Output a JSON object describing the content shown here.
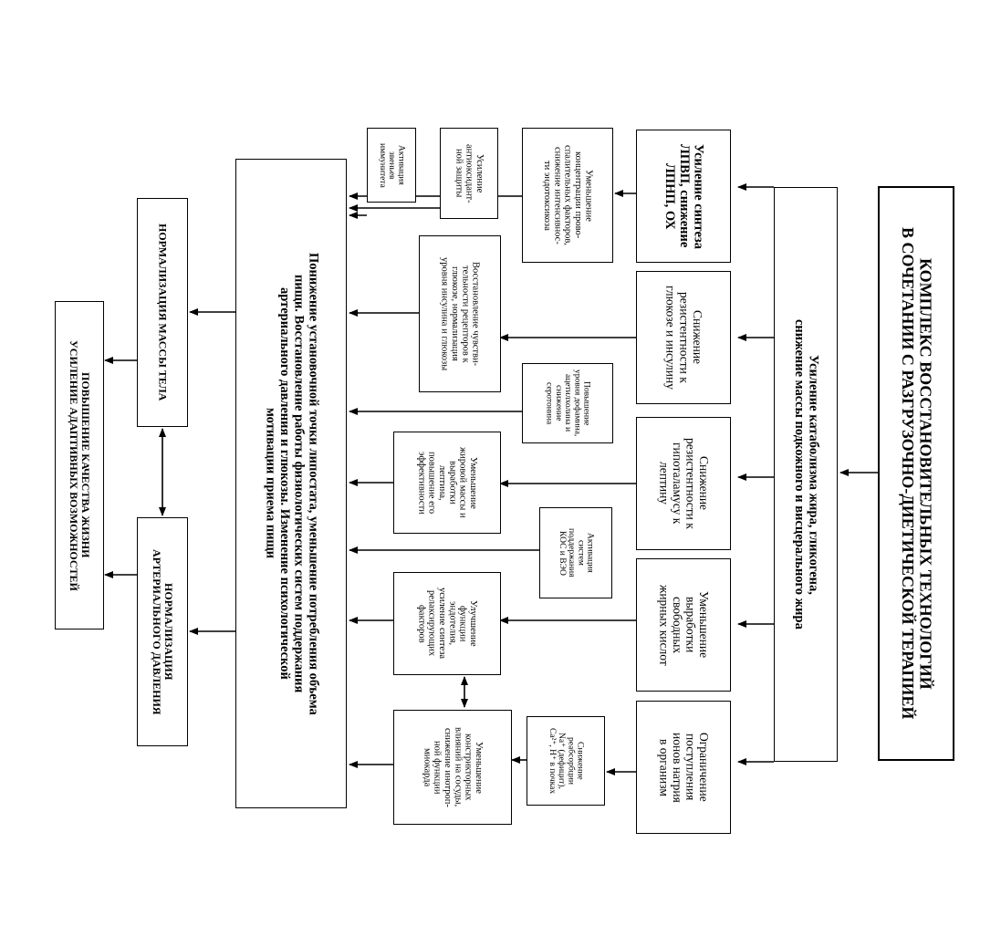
{
  "title": "КОМПЛЕКС ВОССТАНОВИТЕЛЬНЫХ ТЕХНОЛОГИЙ\nВ СОЧЕТАНИИ С РАЗГРУЗОЧНО-ДИЕТИЧЕСКОЙ ТЕРАПИЕЙ",
  "catabolism": "Усиление катаболизма жира, гликогена,\nснижение массы подкожного и висцерального жира",
  "effects": [
    "Усиление синтеза\nЛПВП, снижение\nЛПНП, ОХ",
    "Снижение\nрезистентности к\nглюкозе и инсулину",
    "Снижение\nрезистентности к\nгипоталамусу к\nлептину",
    "Уменьшение\nвыработки\nсвободных\nжирных кислот",
    "Ограничение\nпоступления\nионов натрия\nв организм"
  ],
  "mechanisms": {
    "proinflammatory": "Уменьшение\nконцентрации прово-\nспалительных факторов,\nснижение интенсивнос-\nти эндотоксикоза",
    "antioxidant": "Усиление\nантиоксидант-\nной защиты",
    "immunity": "Активация\nзвеньев\nиммунитета",
    "insulin_sensitivity": "Восстановление чувстви-\nтельности рецепторов к\nглюкозе, нормализация\nуровня инсулина и глюкозы",
    "dopamine": "Повышение\nуровня дофамина,\nацетилхолина и\nснижение\nсеротонина",
    "leptin": "Уменьшение\nжировой массы и\nвыработки\nлептина,\nповышение его\nэффективности",
    "kos": "Активация\nсистем\nподдержания\nКОС и ВЭО",
    "endothelium": "Улучшение\nфункции\nэндотелия,\nусиление синтеза\nрелаксирующих\nфакторов",
    "sodium": "Снижение\nреабсорбции\nNa⁺ (дефицит),\nCa²⁺, H⁺ в почках",
    "constrictor": "Уменьшение\nконстрикторных\nвлияний на сосуды,\nснижение инотроп-\nной функции\nмиокарда"
  },
  "setpoint": "Понижение установочной точки липостата, уменьшение потребления объема\nпищи. Восстановление работы физиологических систем поддержания\nартериального давления и глюкозы. Изменение психологической\nмотивации приема пищи",
  "normalization_weight": "НОРМАЛИЗАЦИЯ МАССЫ ТЕЛА",
  "normalization_pressure": "НОРМАЛИЗАЦИЯ\nАРТЕРИАЛЬНОГО ДАВЛЕНИЯ",
  "outcome": "ПОВЫШЕНИЕ КАЧЕСТВА ЖИЗНИ\nУСИЛЕНИЕ АДАПТИВНЫХ ВОЗМОЖНОСТЕЙ"
}
